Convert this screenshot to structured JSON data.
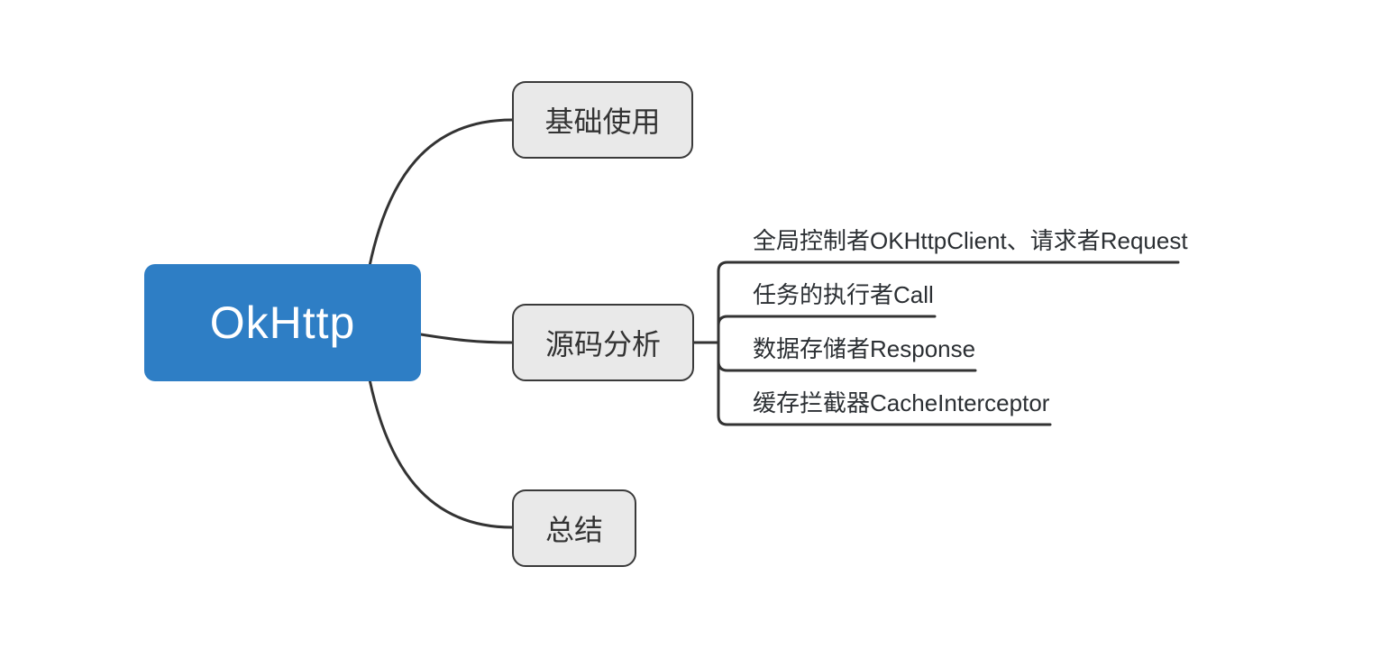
{
  "colors": {
    "root_fill": "#2e7ec5",
    "root_text": "#ffffff",
    "branch_fill": "#e9e9e9",
    "branch_border": "#3a3a3a",
    "child_text": "#2b2f33",
    "connector_line": "#333333",
    "background": "#ffffff"
  },
  "mindmap": {
    "root": {
      "label": "OkHttp"
    },
    "branches": [
      {
        "label": "基础使用",
        "children": []
      },
      {
        "label": "源码分析",
        "children": [
          {
            "label": "全局控制者OKHttpClient、请求者Request"
          },
          {
            "label": "任务的执行者Call"
          },
          {
            "label": "数据存储者Response"
          },
          {
            "label": "缓存拦截器CacheInterceptor"
          }
        ]
      },
      {
        "label": "总结",
        "children": []
      }
    ]
  }
}
